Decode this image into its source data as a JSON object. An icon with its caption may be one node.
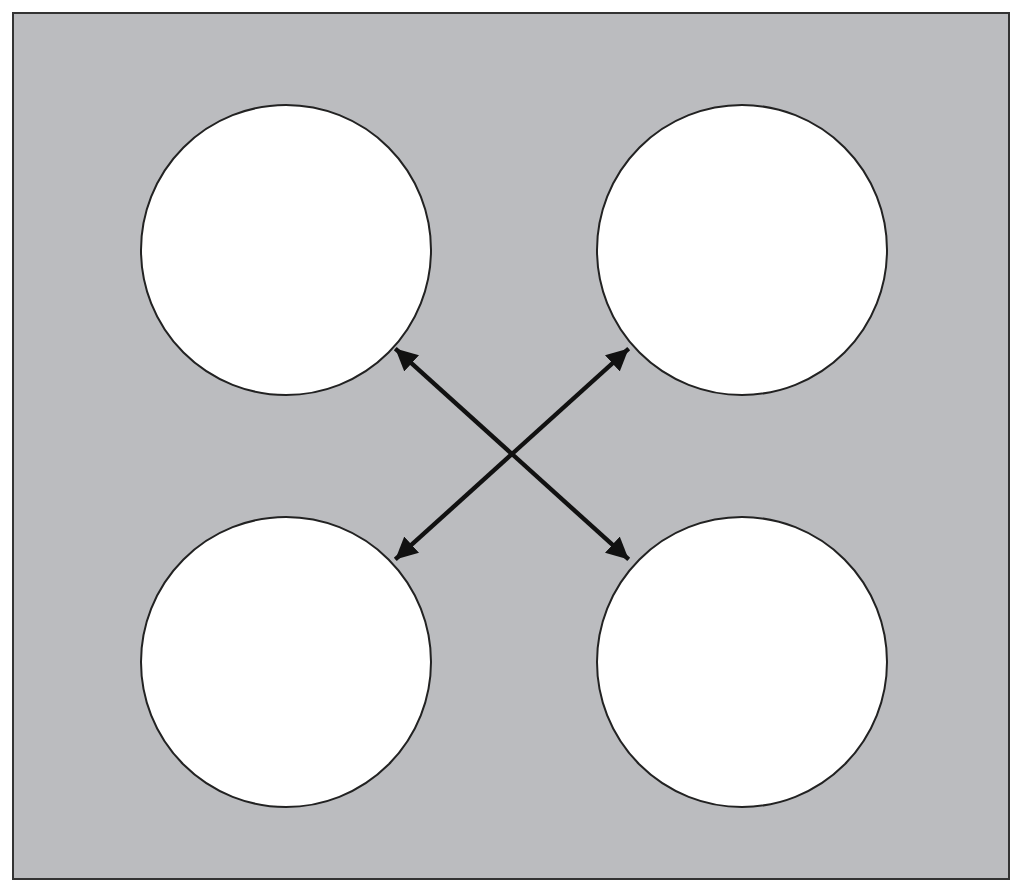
{
  "diagram": {
    "nodes": [
      {
        "text": [],
        "shape": "box"
      },
      {
        "text": [],
        "shape": "circle",
        "in": 0
      },
      {
        "text": [],
        "shape": "circle",
        "in": 0
      },
      {
        "text": [],
        "shape": "circle",
        "in": 0
      },
      {
        "text": [],
        "shape": "circle",
        "in": 0
      }
    ],
    "edges": [
      {
        "from": 1,
        "to": 4,
        "arrow": "both"
      },
      {
        "from": 2,
        "to": 3,
        "arrow": "both"
      }
    ]
  }
}
